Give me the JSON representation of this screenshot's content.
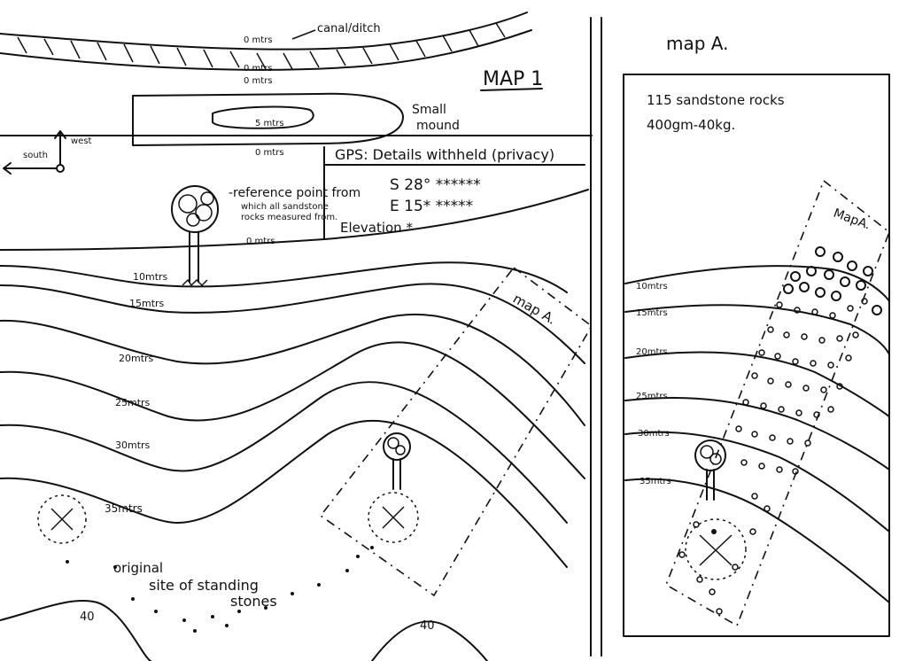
{
  "map1": {
    "title": "MAP 1",
    "canal_label": "canal/ditch",
    "mound_label_line1": "Small",
    "mound_label_line2": "mound",
    "compass_south": "south",
    "compass_west": "west",
    "reference_point_line1": "-reference point from",
    "reference_point_line2": "which all sandstone",
    "reference_point_line3": "rocks measured from.",
    "gps_title": "GPS: Details withheld (privacy)",
    "gps_lat": "S 28° ******",
    "gps_lon": "E 15* *****",
    "gps_elev": "Elevation *",
    "mini_map_label": "map A.",
    "standing_stones_line1": "original",
    "standing_stones_line2": "site of standing",
    "standing_stones_line3": "stones",
    "distances": {
      "top1": "0 mtrs",
      "top2": "0 mtrs",
      "top3": "0 mtrs",
      "mound": "5 mtrs",
      "mid": "0 mtrs",
      "ref": "0 mtrs"
    },
    "contours": [
      {
        "label": "10mtrs"
      },
      {
        "label": "15mtrs"
      },
      {
        "label": "20mtrs"
      },
      {
        "label": "25mtrs"
      },
      {
        "label": "30mtrs"
      },
      {
        "label": "35mtrs"
      },
      {
        "label": "40"
      },
      {
        "label": "40"
      }
    ]
  },
  "mapA": {
    "heading": "map A.",
    "rocks_line1": "115 sandstone rocks",
    "rocks_line2": "400gm-40kg.",
    "inner_label": "MapA.",
    "contours": [
      {
        "label": "10mtrs"
      },
      {
        "label": "15mtrs"
      },
      {
        "label": "20mtrs"
      },
      {
        "label": "25mtrs"
      },
      {
        "label": "30mtrs"
      },
      {
        "label": "35mtrs"
      }
    ]
  }
}
